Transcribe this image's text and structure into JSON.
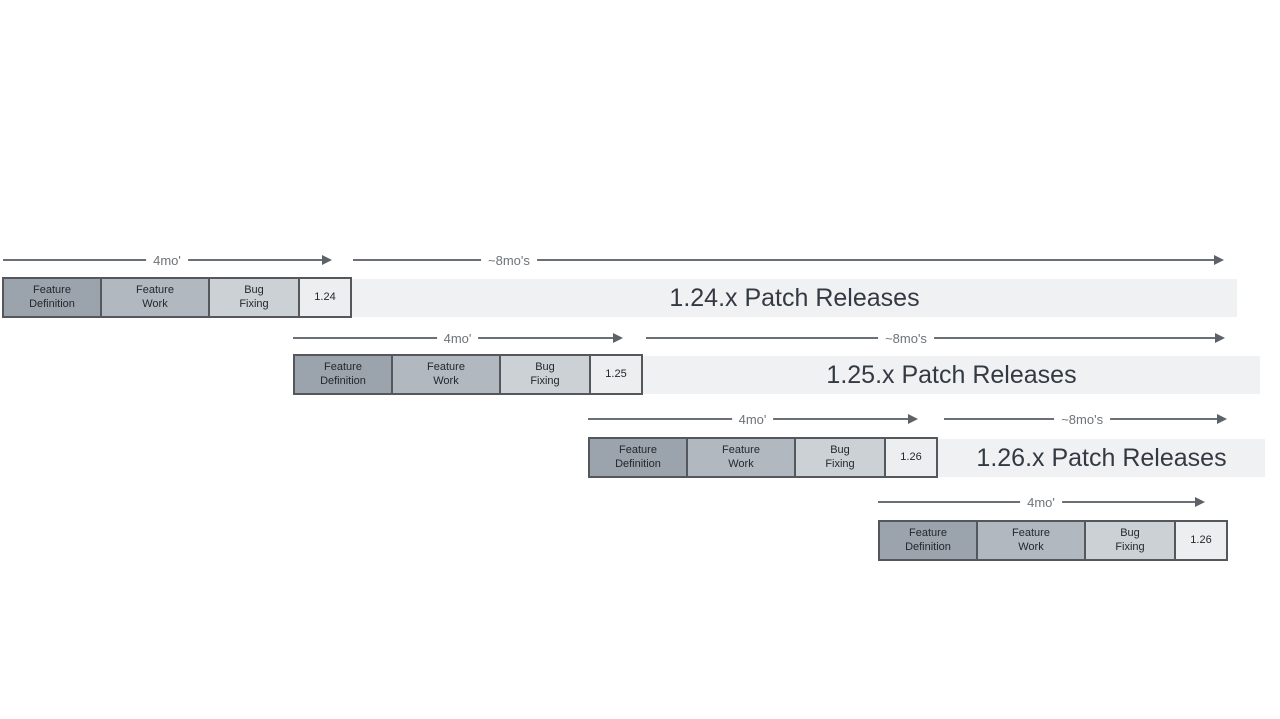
{
  "diagram": {
    "description": "Release cycle timeline diagram with staggered rows per version",
    "colors": {
      "background": "#ffffff",
      "feature_definition_fill": "#9ba3ac",
      "feature_work_fill": "#b1b8c0",
      "bug_fixing_fill": "#ccd1d6",
      "version_box_fill": "#eceef0",
      "patch_bar_fill": "#f0f1f3",
      "box_border": "#54585c",
      "arrow": "#6b7076",
      "arrow_label_text": "#6e7378",
      "patch_bar_text": "#333a43"
    },
    "rows": [
      {
        "four_month_label": "4mo'",
        "eight_month_label": "~8mo's",
        "phases": [
          "Feature\nDefinition",
          "Feature\nWork",
          "Bug\nFixing"
        ],
        "version": "1.24",
        "patch_release_label": "1.24.x Patch Releases"
      },
      {
        "four_month_label": "4mo'",
        "eight_month_label": "~8mo's",
        "phases": [
          "Feature\nDefinition",
          "Feature\nWork",
          "Bug\nFixing"
        ],
        "version": "1.25",
        "patch_release_label": "1.25.x Patch Releases"
      },
      {
        "four_month_label": "4mo'",
        "eight_month_label": "~8mo's",
        "phases": [
          "Feature\nDefinition",
          "Feature\nWork",
          "Bug\nFixing"
        ],
        "version": "1.26",
        "patch_release_label": "1.26.x Patch Releases"
      },
      {
        "four_month_label": "4mo'",
        "phases": [
          "Feature\nDefinition",
          "Feature\nWork",
          "Bug\nFixing"
        ],
        "version": "1.26"
      }
    ]
  }
}
